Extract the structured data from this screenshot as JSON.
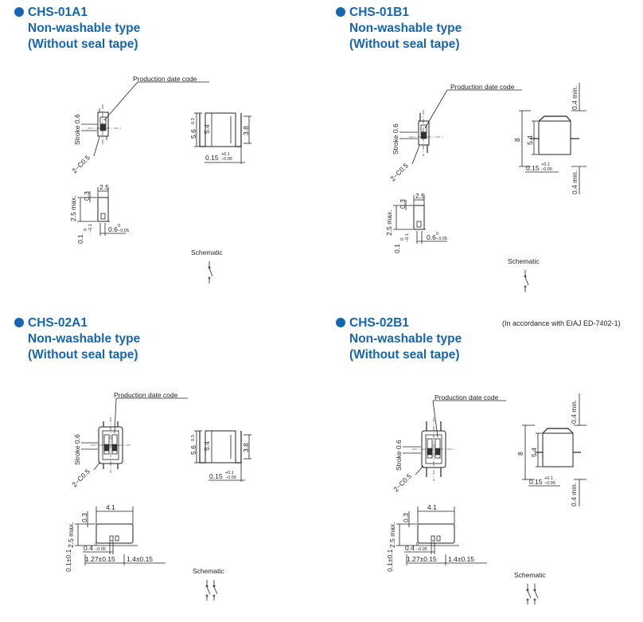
{
  "note": "(In accordance with EIAJ ED-7402-1)",
  "panels": [
    {
      "model": "CHS-01A1",
      "line2": "Non-washable type",
      "line3": "(Without seal tape)",
      "production_label": "Production date code",
      "stroke": "Stroke 0.6",
      "chamfer": "2−C0.5",
      "dim_height": "5.6",
      "dim_height_tol": "0.3",
      "dim_body": "5.4",
      "dim_inner": "3.8",
      "dim_lead": "0.15",
      "dim_lead_tol_up": "+0.1",
      "dim_lead_tol_dn": "−0.05",
      "dim_width": "2.5",
      "dim_max": "2.5 max.",
      "dim_gap": "0.3",
      "dim_base": "0.1",
      "dim_base_tol_up": "0",
      "dim_base_tol_dn": "−0.1",
      "dim_pin": "0.6",
      "dim_pin_tol_up": "0",
      "dim_pin_tol_dn": "−0.05",
      "schematic": "Schematic"
    },
    {
      "model": "CHS-01B1",
      "line2": "Non-washable type",
      "line3": "(Without seal tape)",
      "production_label": "Production date code",
      "stroke": "Stroke 0.6",
      "chamfer": "2−C0.5",
      "dim_min_top": "0.4 min.",
      "dim_min_bottom": "0.4 min.",
      "dim_overall": "8",
      "dim_body": "5.4",
      "dim_lead": "0.15",
      "dim_lead_tol_up": "+0.1",
      "dim_lead_tol_dn": "−0.05",
      "dim_width": "2.5",
      "dim_max": "2.5 max.",
      "dim_gap": "0.3",
      "dim_base": "0.1",
      "dim_base_tol_up": "0",
      "dim_base_tol_dn": "−0.1",
      "dim_pin": "0.6",
      "dim_pin_tol_up": "0",
      "dim_pin_tol_dn": "−0.05",
      "schematic": "Schematic"
    },
    {
      "model": "CHS-02A1",
      "line2": "Non-washable type",
      "line3": "(Without seal tape)",
      "production_label": "Production date code",
      "stroke": "Stroke 0.6",
      "chamfer": "2−C0.5",
      "dim_height": "5.6",
      "dim_height_tol": "0.3",
      "dim_body": "5.4",
      "dim_inner": "3.8",
      "dim_lead": "0.15",
      "dim_lead_tol_up": "+0.1",
      "dim_lead_tol_dn": "−0.05",
      "dim_width": "4.1",
      "dim_max": "2.5 max.",
      "dim_gap": "0.3",
      "dim_base": "0.1±0.1",
      "dim_pin": "0.4",
      "dim_pin_tol_up": "0",
      "dim_pin_tol_dn": "−0.05",
      "dim_pitch": "1.27±0.15",
      "dim_end": "1.4±0.15",
      "schematic": "Schematic"
    },
    {
      "model": "CHS-02B1",
      "line2": "Non-washable type",
      "line3": "(Without seal tape)",
      "production_label": "Production date code",
      "stroke": "Stroke 0.6",
      "chamfer": "2−C0.5",
      "dim_min_top": "0.4 min.",
      "dim_min_bottom": "0.4 min.",
      "dim_overall": "8",
      "dim_body": "5.4",
      "dim_lead": "0.15",
      "dim_lead_tol_up": "+0.1",
      "dim_lead_tol_dn": "−0.05",
      "dim_width": "4.1",
      "dim_max": "2.5 max.",
      "dim_gap": "0.3",
      "dim_base": "0.1±0.1",
      "dim_pin": "0.4",
      "dim_pin_tol_up": "0",
      "dim_pin_tol_dn": "−0.05",
      "dim_pitch": "1.27±0.15",
      "dim_end": "1.4±0.15",
      "schematic": "Schematic"
    }
  ]
}
